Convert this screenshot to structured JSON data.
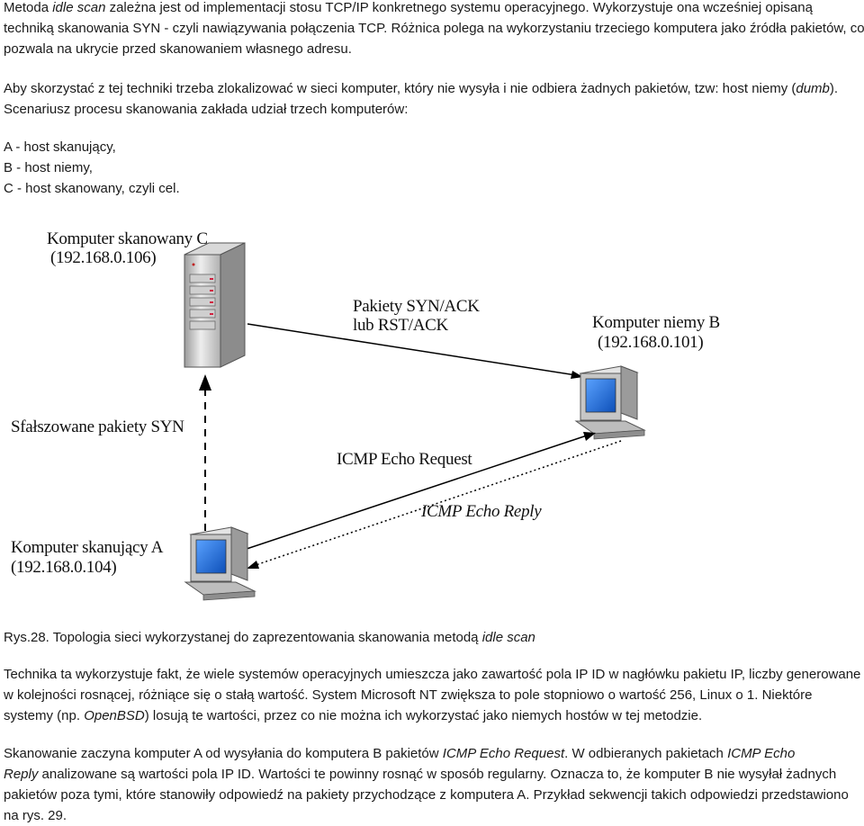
{
  "intro": {
    "line1": {
      "p1": "Metoda ",
      "em1": "idle scan",
      "p2": " zależna jest od implementacji stosu TCP/IP konkretnego systemu operacyjnego. Wykorzystuje ona wcześniej opisaną"
    },
    "line2": "techniką skanowania SYN - czyli nawiązywania połączenia TCP. Różnica polega na wykorzystaniu trzeciego komputera jako źródła pakietów, co",
    "line3": "pozwala na ukrycie przed skanowaniem własnego adresu."
  },
  "para2": {
    "line1": {
      "p1": "Aby skorzystać z tej techniki trzeba zlokalizować w sieci komputer, który nie wysyła i nie odbiera żadnych pakietów, tzw: host niemy (",
      "em1": "dumb",
      "p2": ")."
    },
    "line2": "Scenariusz procesu skanowania zakłada udział trzech komputerów:"
  },
  "hosts": {
    "a": "A - host skanujący,",
    "b": "B - host niemy,",
    "c": "C - host skanowany, czyli cel."
  },
  "diagram": {
    "host_c_name": "Komputer skanowany C",
    "host_c_ip": "(192.168.0.106)",
    "host_b_name": "Komputer niemy B",
    "host_b_ip": "(192.168.0.101)",
    "host_a_name": "Komputer skanujący A",
    "host_a_ip": "(192.168.0.104)",
    "syn_ack_line1": "Pakiety SYN/ACK",
    "syn_ack_line2": "lub RST/ACK",
    "spoofed_syn": "Sfałszowane pakiety  SYN",
    "icmp_request": "ICMP Echo Request",
    "icmp_reply": "ICMP Echo Reply",
    "icons": [
      "server-tower-icon",
      "desktop-computer-icon",
      "desktop-computer-icon"
    ],
    "colors": {
      "screen": "#1f6fd8",
      "chassis": "#c8c8c8",
      "arrow": "#000000"
    }
  },
  "caption": {
    "p1": "Rys.28. Topologia sieci wykorzystanej do zaprezentowania skanowania metodą ",
    "em1": "idle scan"
  },
  "para3": {
    "line1": "Technika ta wykorzystuje fakt, że wiele systemów operacyjnych umieszcza jako zawartość pola IP ID w nagłówku pakietu IP, liczby generowane",
    "line2": "w kolejności rosnącej, różniące się o stałą wartość. System Microsoft NT zwiększa to pole stopniowo o wartość 256, Linux o 1. Niektóre",
    "line3": {
      "p1": "systemy (np. ",
      "em1": "OpenBSD",
      "p2": ") losują te wartości, przez co nie można ich wykorzystać jako niemych hostów w tej metodzie."
    }
  },
  "para4": {
    "line1": {
      "p1": "Skanowanie zaczyna komputer A od wysyłania do komputera B pakietów ",
      "em1": "ICMP Echo Request",
      "p2": ". W odbieranych pakietach ",
      "em2": "ICMP Echo"
    },
    "line2": {
      "em1": "Reply",
      "p1": " analizowane są wartości pola IP ID. Wartości te powinny rosnąć w sposób regularny. Oznacza to, że komputer B nie wysyłał żadnych"
    },
    "line3": "pakietów poza tymi, które stanowiły odpowiedź na pakiety przychodzące z komputera A. Przykład sekwencji takich odpowiedzi przedstawiono",
    "line4": "na rys. 29."
  }
}
